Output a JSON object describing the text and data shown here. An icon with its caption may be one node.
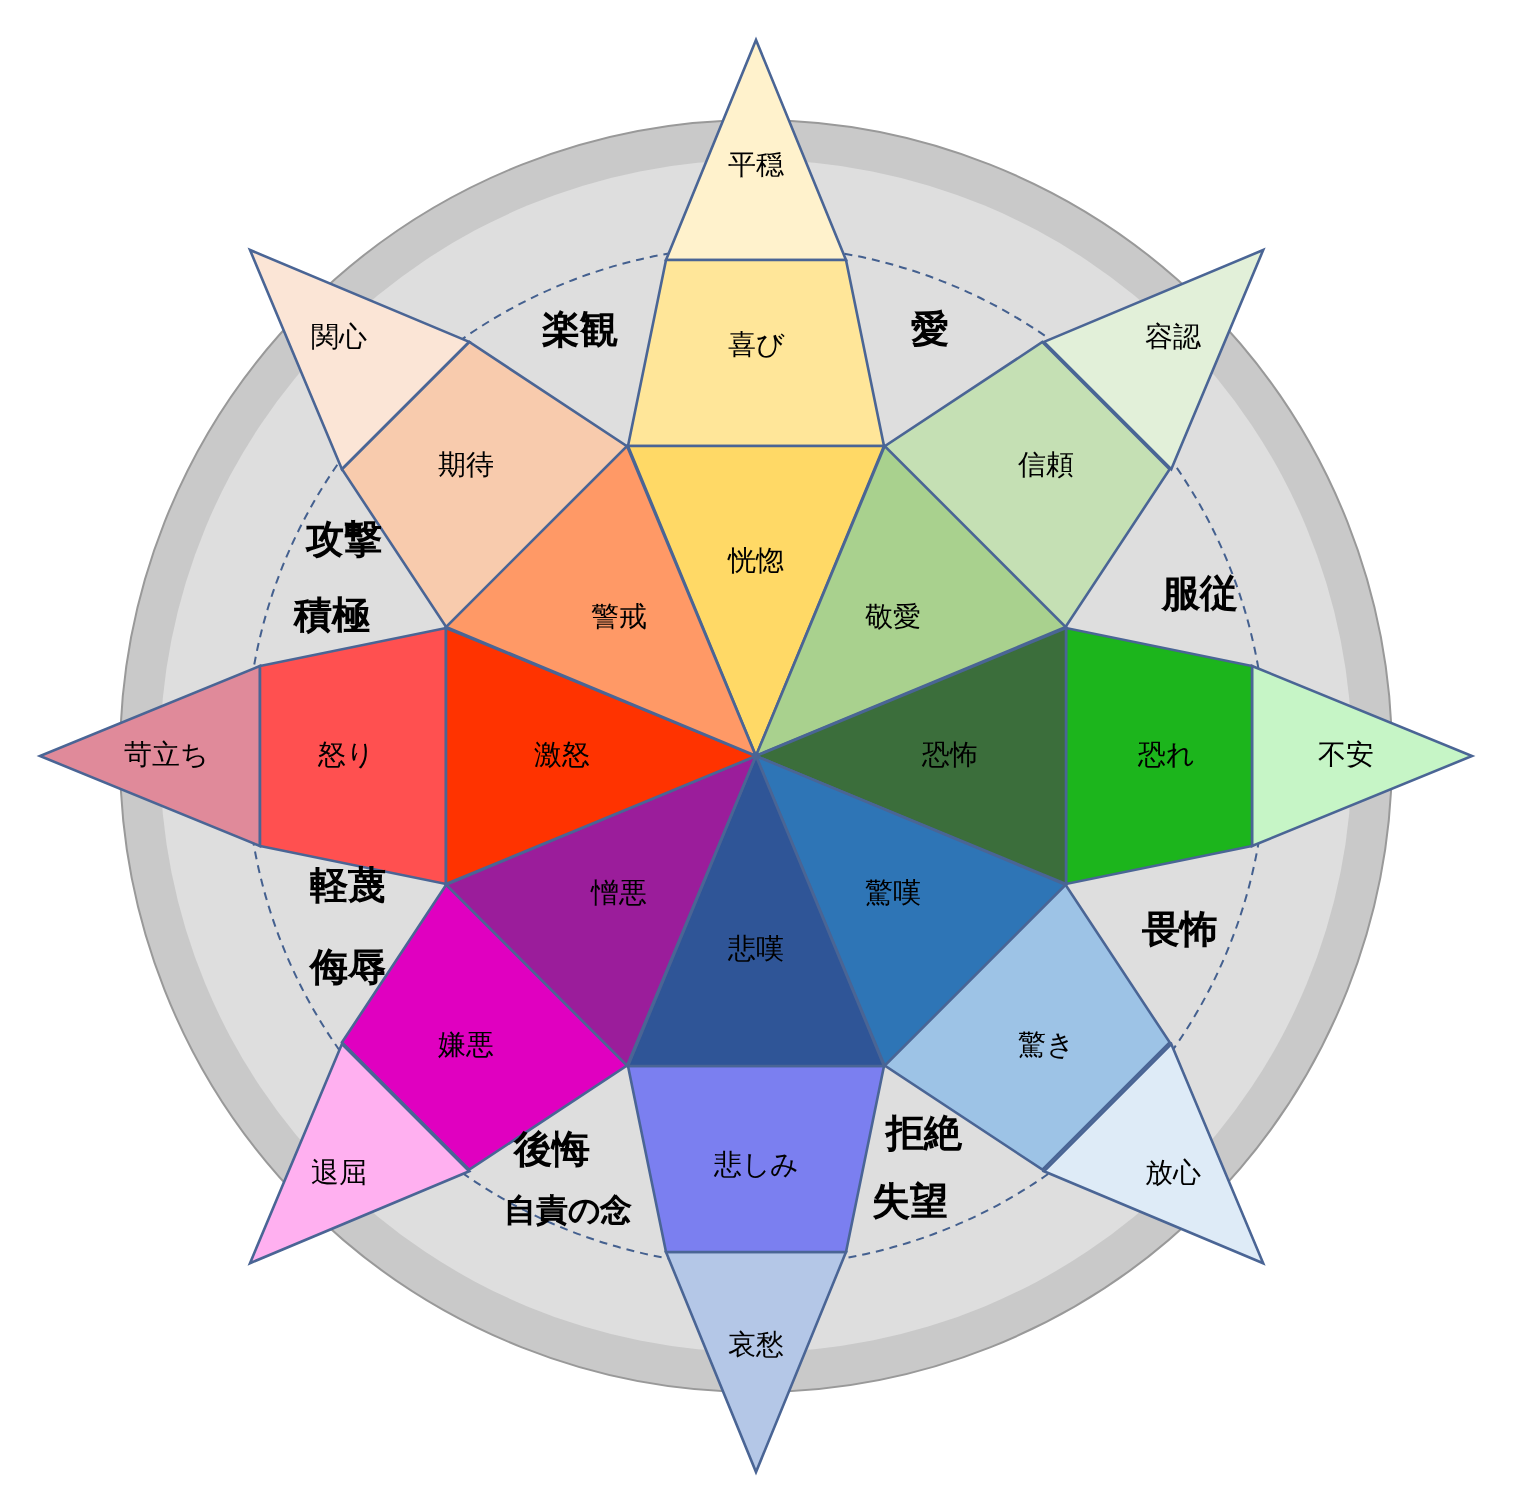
{
  "diagram": {
    "nodes": [
      {
        "text": [
          "平穏"
        ]
      },
      {
        "text": [
          "喜び"
        ]
      },
      {
        "text": [
          "恍惚"
        ]
      },
      {
        "text": [
          "容認"
        ]
      },
      {
        "text": [
          "信頼"
        ]
      },
      {
        "text": [
          "敬愛"
        ]
      },
      {
        "text": [
          "不安"
        ]
      },
      {
        "text": [
          "恐れ"
        ]
      },
      {
        "text": [
          "恐怖"
        ]
      },
      {
        "text": [
          "放心"
        ]
      },
      {
        "text": [
          "驚き"
        ]
      },
      {
        "text": [
          "驚嘆"
        ]
      },
      {
        "text": [
          "哀愁"
        ]
      },
      {
        "text": [
          "悲しみ"
        ]
      },
      {
        "text": [
          "悲嘆"
        ]
      },
      {
        "text": [
          "退屈"
        ]
      },
      {
        "text": [
          "嫌悪"
        ]
      },
      {
        "text": [
          "憎悪"
        ]
      },
      {
        "text": [
          "苛立ち"
        ]
      },
      {
        "text": [
          "怒り"
        ]
      },
      {
        "text": [
          "激怒"
        ]
      },
      {
        "text": [
          "関心"
        ]
      },
      {
        "text": [
          "期待"
        ]
      },
      {
        "text": [
          "警戒"
        ]
      }
    ],
    "labels": [
      "楽観",
      "愛",
      "攻撃",
      "服従",
      "積極",
      "軽蔑",
      "畏怖",
      "侮辱",
      "後悔",
      "拒絶",
      "自責の念",
      "失望"
    ]
  }
}
